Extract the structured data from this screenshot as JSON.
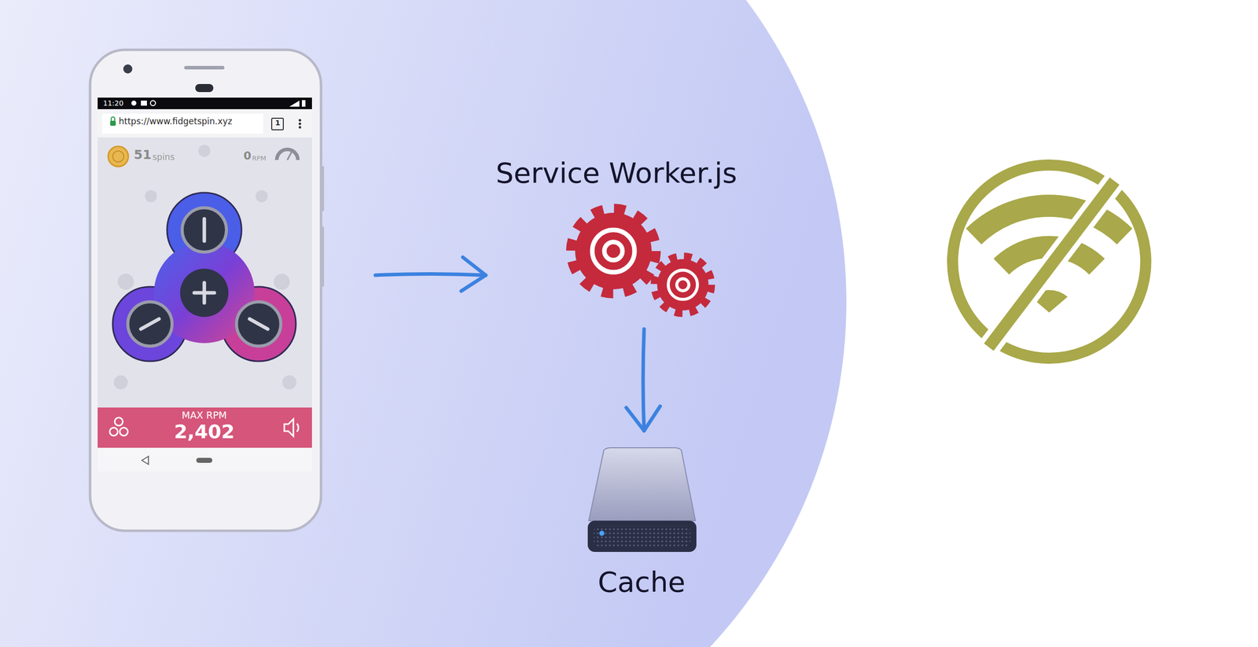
{
  "diagram": {
    "nodes": [
      {
        "text": [
          "11:20",
          "https://www.fidgetspin.xyz",
          "1",
          "51",
          "spins",
          "0",
          "RPM",
          "MAX RPM",
          "2,402"
        ]
      },
      {
        "text": [
          "Service Worker.js"
        ]
      },
      {
        "text": [
          "Cache"
        ]
      }
    ],
    "edges": [
      {
        "from": 0,
        "to": 1,
        "arrow": "to"
      },
      {
        "from": 1,
        "to": 2,
        "arrow": "to"
      }
    ]
  }
}
